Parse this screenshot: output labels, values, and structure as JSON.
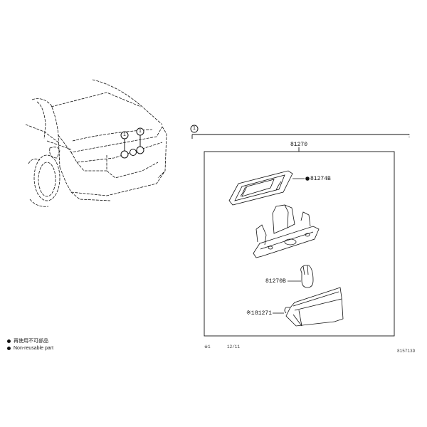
{
  "diagram": {
    "group_callout": "1",
    "assembly_part": "81270",
    "parts": [
      {
        "id": "gasket",
        "number": "81274B",
        "prefix_mark": "●",
        "non_reusable": true
      },
      {
        "id": "socket",
        "number": "",
        "prefix_mark": "",
        "non_reusable": false
      },
      {
        "id": "bulb",
        "number": "81270B",
        "prefix_mark": "",
        "non_reusable": false
      },
      {
        "id": "lens",
        "number": "81271",
        "prefix_mark": "※1",
        "non_reusable": false
      }
    ],
    "vehicle_callouts": [
      "1",
      "1"
    ],
    "legend": [
      {
        "marker": "●",
        "text": "再使用不可部品"
      },
      {
        "marker": "●",
        "text": "Non-reusable part"
      }
    ],
    "footnote": {
      "mark": "※1",
      "text": "12/11"
    },
    "diagram_code": "815713D"
  },
  "colors": {
    "line": "#111111",
    "background": "#ffffff"
  }
}
